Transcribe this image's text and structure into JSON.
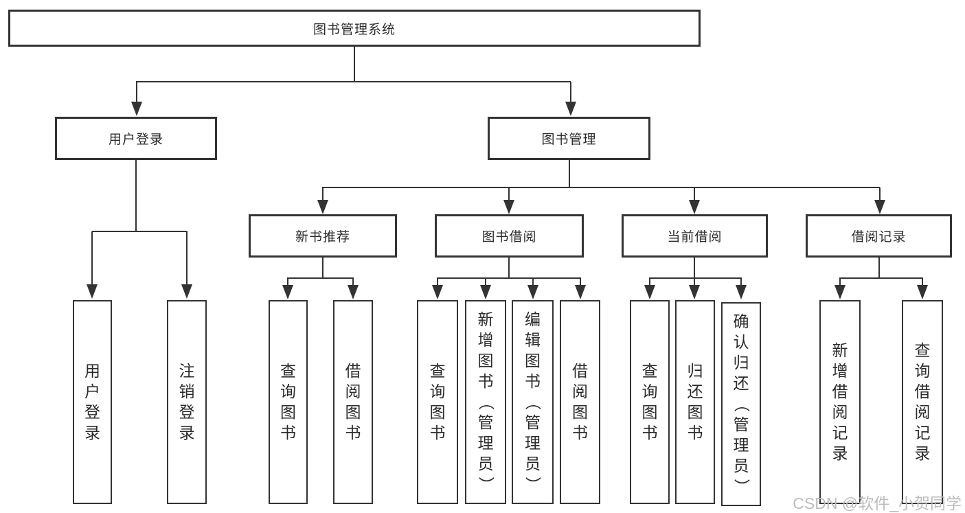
{
  "diagram": {
    "root": {
      "label": "图书管理系统"
    },
    "level2": {
      "user_login": {
        "label": "用户登录"
      },
      "book_management": {
        "label": "图书管理"
      }
    },
    "level3": {
      "new_book_recommend": {
        "label": "新书推荐"
      },
      "book_borrowing": {
        "label": "图书借阅"
      },
      "current_borrowing": {
        "label": "当前借阅"
      },
      "borrowing_records": {
        "label": "借阅记录"
      }
    },
    "leaves": {
      "user_login": {
        "label": "用户登录"
      },
      "logout": {
        "label": "注销登录"
      },
      "query_books_recommend": {
        "label": "查询图书"
      },
      "borrow_books_recommend": {
        "label": "借阅图书"
      },
      "query_books_borrowing": {
        "label": "查询图书"
      },
      "add_books_admin": {
        "label": "新增图书（管理员）"
      },
      "edit_books_admin": {
        "label": "编辑图书（管理员）"
      },
      "borrow_books_borrowing": {
        "label": "借阅图书"
      },
      "query_books_current": {
        "label": "查询图书"
      },
      "return_books": {
        "label": "归还图书"
      },
      "confirm_return_admin": {
        "label": "确认归还（管理员）"
      },
      "add_borrow_record": {
        "label": "新增借阅记录"
      },
      "query_borrow_record": {
        "label": "查询借阅记录"
      }
    }
  },
  "watermark": {
    "text": "CSDN @软件_小贺同学"
  },
  "colors": {
    "line": "#333333",
    "box_border": "#333333",
    "box_fill": "#ffffff",
    "text": "#2b2b2b",
    "watermark": "#bcbcbc"
  }
}
